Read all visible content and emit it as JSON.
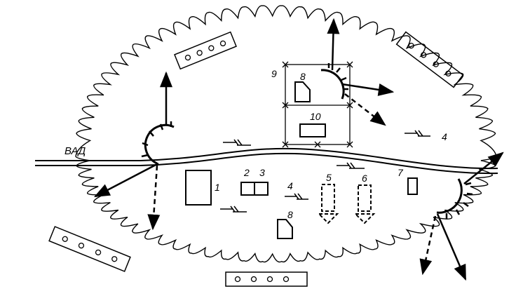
{
  "figure": {
    "road_label": "ВАД",
    "labels": {
      "n1": "1",
      "n2": "2",
      "n3": "3",
      "n4a": "4",
      "n4b": "4",
      "n5": "5",
      "n6": "6",
      "n7": "7",
      "n8a": "8",
      "n8b": "8",
      "n9": "9",
      "n10": "10"
    }
  }
}
